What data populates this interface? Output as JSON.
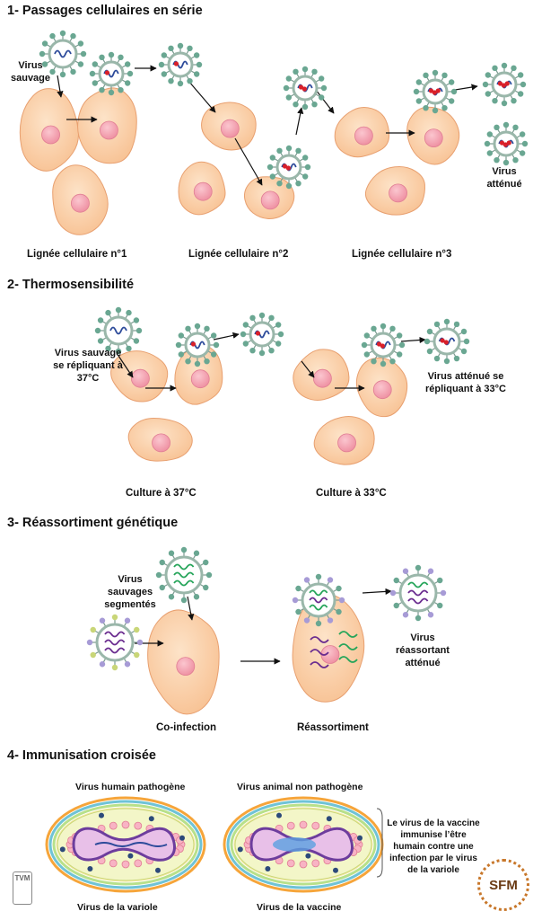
{
  "sections": [
    {
      "heading": "1- Passages cellulaires en série",
      "labels": {
        "wild_virus": "Virus sauvage",
        "attenuated_virus": "Virus atténué",
        "lines": [
          "Lignée cellulaire n°1",
          "Lignée cellulaire n°2",
          "Lignée cellulaire n°3"
        ]
      }
    },
    {
      "heading": "2- Thermosensibilité",
      "labels": {
        "wild_note": "Virus sauvage se répliquant à 37°C",
        "attenuated_note": "Virus atténué se répliquant à 33°C",
        "cultures": [
          "Culture à 37°C",
          "Culture à 33°C"
        ]
      }
    },
    {
      "heading": "3- Réassortiment génétique",
      "labels": {
        "wild_segmented": "Virus sauvages segmentés",
        "reassortant": "Virus réassortant atténué",
        "steps": [
          "Co-infection",
          "Réassortiment"
        ]
      }
    },
    {
      "heading": "4- Immunisation croisée",
      "labels": {
        "human_pathogen": "Virus humain pathogène",
        "animal_nonpathogen": "Virus animal non pathogène",
        "variola": "Virus de la variole",
        "vaccinia": "Virus de la vaccine",
        "explanation": "Le virus de la vaccine immunise l’être humain contre une infection par le virus de la variole"
      }
    }
  ],
  "logos": {
    "left": "TVM",
    "right": "SFM"
  },
  "colors": {
    "cell_fill": "#fbd0a8",
    "cell_stroke": "#e8a070",
    "nucleus": "#f4a7b4",
    "virus_spike": "#6aa792",
    "virus_ring": "#9ab7aa",
    "rna_blue": "#2c4a9a",
    "mutation_red": "#d9202a",
    "rna_green": "#26a55a",
    "rna_purple": "#6a2c8f",
    "spike_purple": "#a79bd6",
    "spike_yellow": "#c9d678"
  }
}
